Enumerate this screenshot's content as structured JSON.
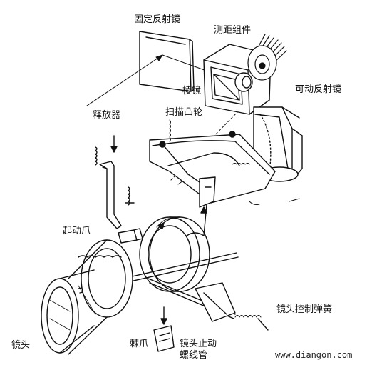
{
  "labels": {
    "fixed_mirror": "固定反射镜",
    "rangefinder_assembly": "测距组件",
    "prism": "棱镜",
    "movable_mirror": "可动反射镜",
    "scan_cam": "扫描凸轮",
    "release": "释放器",
    "start_claw": "起动爪",
    "lens_control_spring": "镜头控制弹簧",
    "lens": "镜头",
    "brake_claw": "棘爪",
    "lens_stop_line1": "镜头止动",
    "lens_stop_line2": "螺线管"
  },
  "watermark": "www.diangon.com",
  "colors": {
    "ink": "#111111",
    "background": "#ffffff"
  }
}
